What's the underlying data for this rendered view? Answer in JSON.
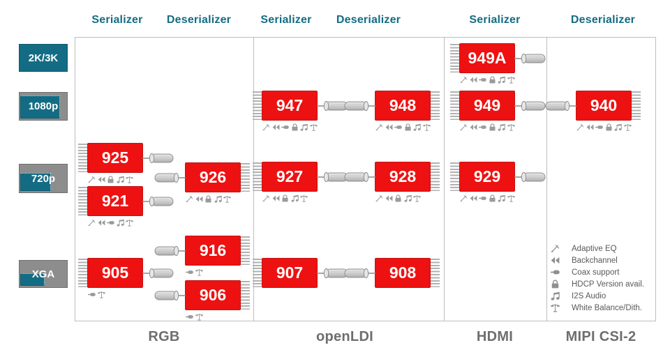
{
  "colors": {
    "accent_teal": "#136c84",
    "chip_red": "#ee1111",
    "box_gray": "#8d8d8d",
    "icon_gray": "#9b9b9b",
    "label_gray": "#6d6e70",
    "legend_text": "#58595b",
    "panel_border": "#bdbdbd"
  },
  "headers": [
    {
      "label": "Serializer"
    },
    {
      "label": "Deserializer"
    },
    {
      "label": "Serializer"
    },
    {
      "label": "Deserializer"
    },
    {
      "label": "Serializer"
    },
    {
      "label": "Deserializer"
    }
  ],
  "resolutions": [
    {
      "label": "2K/3K"
    },
    {
      "label": "1080p"
    },
    {
      "label": "720p"
    },
    {
      "label": "XGA"
    }
  ],
  "interfaces": [
    {
      "label": "RGB"
    },
    {
      "label": "openLDI"
    },
    {
      "label": "HDMI"
    },
    {
      "label": "MIPI CSI-2"
    }
  ],
  "chips": [
    {
      "label": "925",
      "role": "serializer",
      "interface": "RGB",
      "features": [
        "adaptive-eq",
        "backchannel",
        "hdcp",
        "i2s-audio",
        "white-balance"
      ]
    },
    {
      "label": "921",
      "role": "serializer",
      "interface": "RGB",
      "features": [
        "adaptive-eq",
        "backchannel",
        "coax",
        "i2s-audio",
        "white-balance"
      ]
    },
    {
      "label": "905",
      "role": "serializer",
      "interface": "RGB",
      "features": [
        "coax",
        "white-balance"
      ]
    },
    {
      "label": "926",
      "role": "deserializer",
      "interface": "RGB",
      "features": [
        "adaptive-eq",
        "backchannel",
        "hdcp",
        "i2s-audio",
        "white-balance"
      ]
    },
    {
      "label": "916",
      "role": "deserializer",
      "interface": "RGB",
      "features": [
        "coax",
        "white-balance"
      ]
    },
    {
      "label": "906",
      "role": "deserializer",
      "interface": "RGB",
      "features": [
        "coax",
        "white-balance"
      ]
    },
    {
      "label": "947",
      "role": "serializer",
      "interface": "openLDI",
      "features": [
        "adaptive-eq",
        "backchannel",
        "coax",
        "hdcp",
        "i2s-audio",
        "white-balance"
      ]
    },
    {
      "label": "927",
      "role": "serializer",
      "interface": "openLDI",
      "features": [
        "adaptive-eq",
        "backchannel",
        "hdcp",
        "i2s-audio",
        "white-balance"
      ]
    },
    {
      "label": "907",
      "role": "serializer",
      "interface": "openLDI",
      "features": []
    },
    {
      "label": "948",
      "role": "deserializer",
      "interface": "openLDI",
      "features": [
        "adaptive-eq",
        "backchannel",
        "coax",
        "hdcp",
        "i2s-audio",
        "white-balance"
      ]
    },
    {
      "label": "928",
      "role": "deserializer",
      "interface": "openLDI",
      "features": [
        "adaptive-eq",
        "backchannel",
        "hdcp",
        "i2s-audio",
        "white-balance"
      ]
    },
    {
      "label": "908",
      "role": "deserializer",
      "interface": "openLDI",
      "features": []
    },
    {
      "label": "949A",
      "role": "serializer",
      "interface": "HDMI",
      "features": [
        "adaptive-eq",
        "backchannel",
        "coax",
        "hdcp",
        "i2s-audio",
        "white-balance"
      ]
    },
    {
      "label": "949",
      "role": "serializer",
      "interface": "HDMI",
      "features": [
        "adaptive-eq",
        "backchannel",
        "coax",
        "hdcp",
        "i2s-audio",
        "white-balance"
      ]
    },
    {
      "label": "929",
      "role": "serializer",
      "interface": "HDMI",
      "features": [
        "adaptive-eq",
        "backchannel",
        "coax",
        "hdcp",
        "i2s-audio",
        "white-balance"
      ]
    },
    {
      "label": "940",
      "role": "deserializer",
      "interface": "MIPI CSI-2",
      "features": [
        "adaptive-eq",
        "backchannel",
        "coax",
        "hdcp",
        "i2s-audio",
        "white-balance"
      ]
    }
  ],
  "legend": {
    "items": [
      {
        "icon": "adaptive-eq",
        "label": "Adaptive EQ"
      },
      {
        "icon": "backchannel",
        "label": "Backchannel"
      },
      {
        "icon": "coax",
        "label": "Coax support"
      },
      {
        "icon": "hdcp",
        "label": "HDCP Version avail."
      },
      {
        "icon": "i2s-audio",
        "label": "I2S Audio"
      },
      {
        "icon": "white-balance",
        "label": "White Balance/Dith."
      }
    ]
  }
}
